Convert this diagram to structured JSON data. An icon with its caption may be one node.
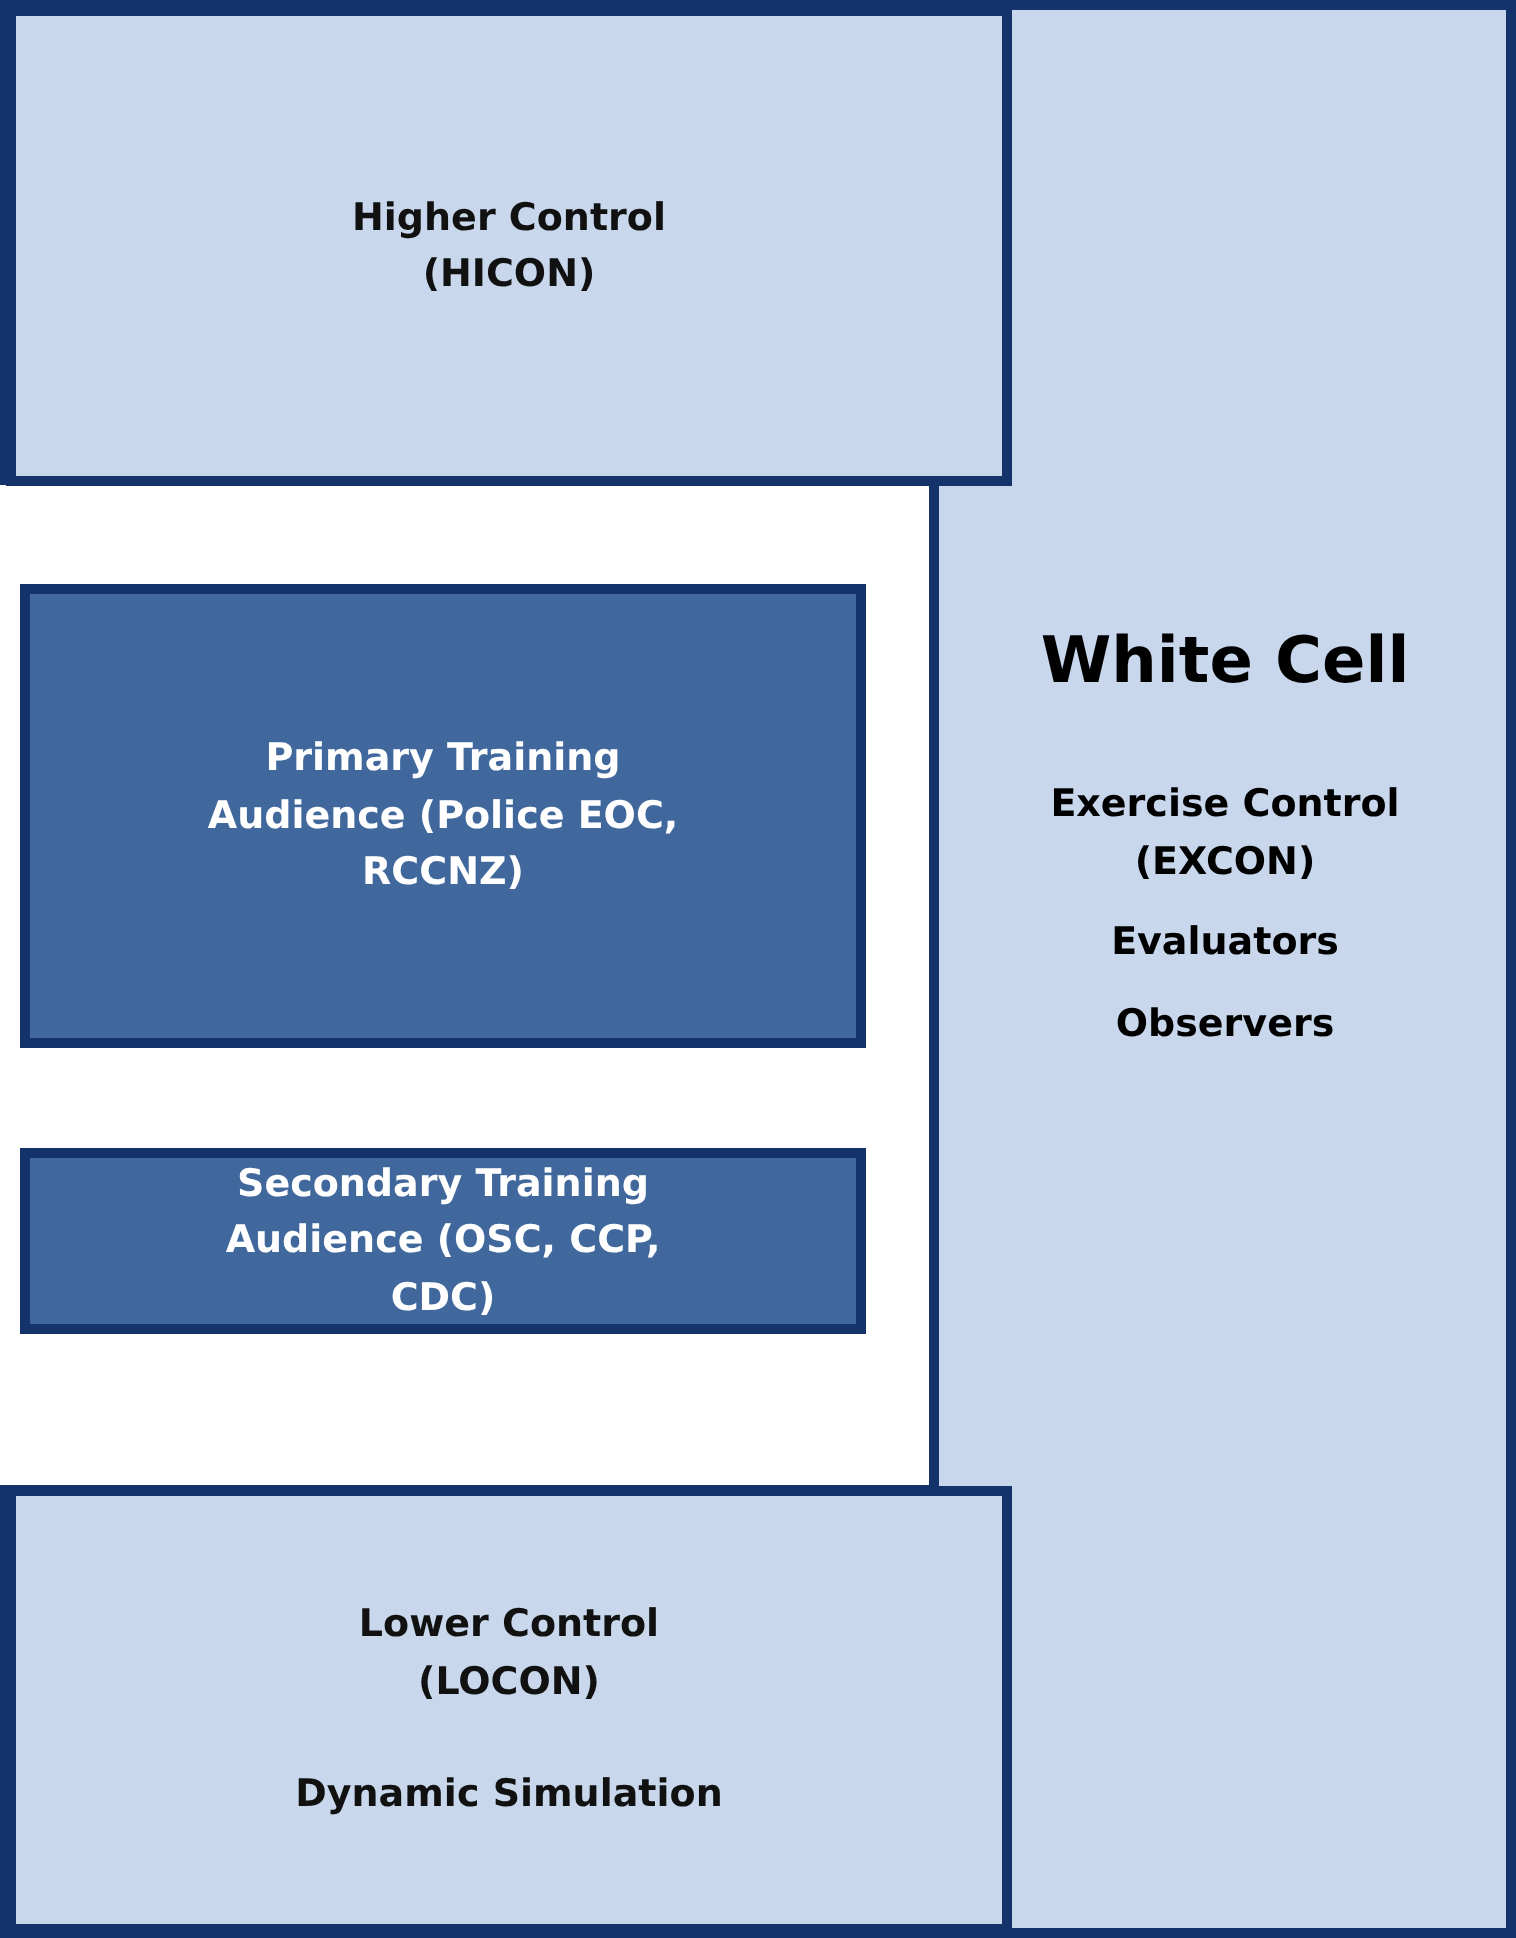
{
  "diagram": {
    "nodes": [
      {
        "text": [
          "Higher Control (HICON)"
        ],
        "in": 1
      },
      {
        "text": [
          "White Cell",
          "Exercise Control (EXCON)",
          "Evaluators",
          "Observers"
        ]
      },
      {
        "text": [
          "Primary Training Audience (Police EOC, RCCNZ)"
        ]
      },
      {
        "text": [
          "Secondary Training Audience (OSC, CCP, CDC)"
        ]
      },
      {
        "text": [
          "Lower Control (LOCON)",
          "Dynamic Simulation"
        ],
        "in": 1
      }
    ]
  }
}
